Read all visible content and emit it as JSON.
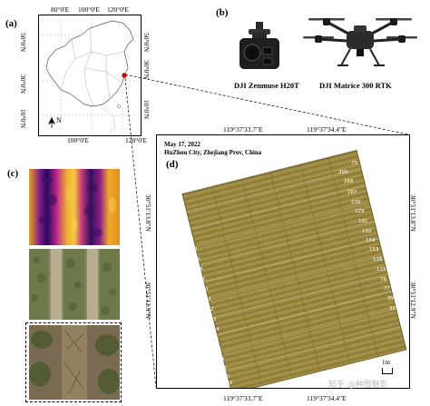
{
  "panels": {
    "a": "(a)",
    "b": "(b)",
    "c": "(c)",
    "d": "(d)"
  },
  "map": {
    "top_ticks": [
      "80°0'E",
      "100°0'E",
      "120°0'E"
    ],
    "bottom_ticks": [
      "100°0'E",
      "120°0'E"
    ],
    "left_ticks": [
      "50°0'N",
      "30°0'N",
      "10°0'N"
    ],
    "right_ticks": [
      "50°0'N",
      "30°0'N",
      "10°0'N"
    ],
    "north_label": "N"
  },
  "equipment": {
    "camera_label": "DJI Zenmuse H20T",
    "drone_label": "DJI Matrice 300 RTK"
  },
  "ortho": {
    "top_ticks": [
      "119°37'33.7\"E",
      "119°37'34.4\"E"
    ],
    "bottom_ticks": [
      "119°37'33.7\"E",
      "119°37'34.4\"E"
    ],
    "left_ticks": [
      "30°51'13.8\"N",
      "30°51'12.9\"N"
    ],
    "right_ticks": [
      "30°51'13.8\"N",
      "30°51'12.9\"N"
    ],
    "date": "May 17, 2022",
    "location": "HuZhou City, Zhejiang Prov, China",
    "scale": "1m",
    "plot_labels": {
      "top_col": [
        "79",
        "309",
        "268",
        "287",
        "230",
        "229",
        "191",
        "192",
        "154",
        "153",
        "116",
        "115",
        "78",
        "77",
        "39",
        "38"
      ],
      "left_col": [
        "307",
        "288",
        "249",
        "248",
        "211",
        "210",
        "173",
        "172",
        "135",
        "134",
        "97",
        "96",
        "59",
        "58",
        "20",
        "19"
      ]
    }
  },
  "watermark": "知乎 @种图魅影"
}
